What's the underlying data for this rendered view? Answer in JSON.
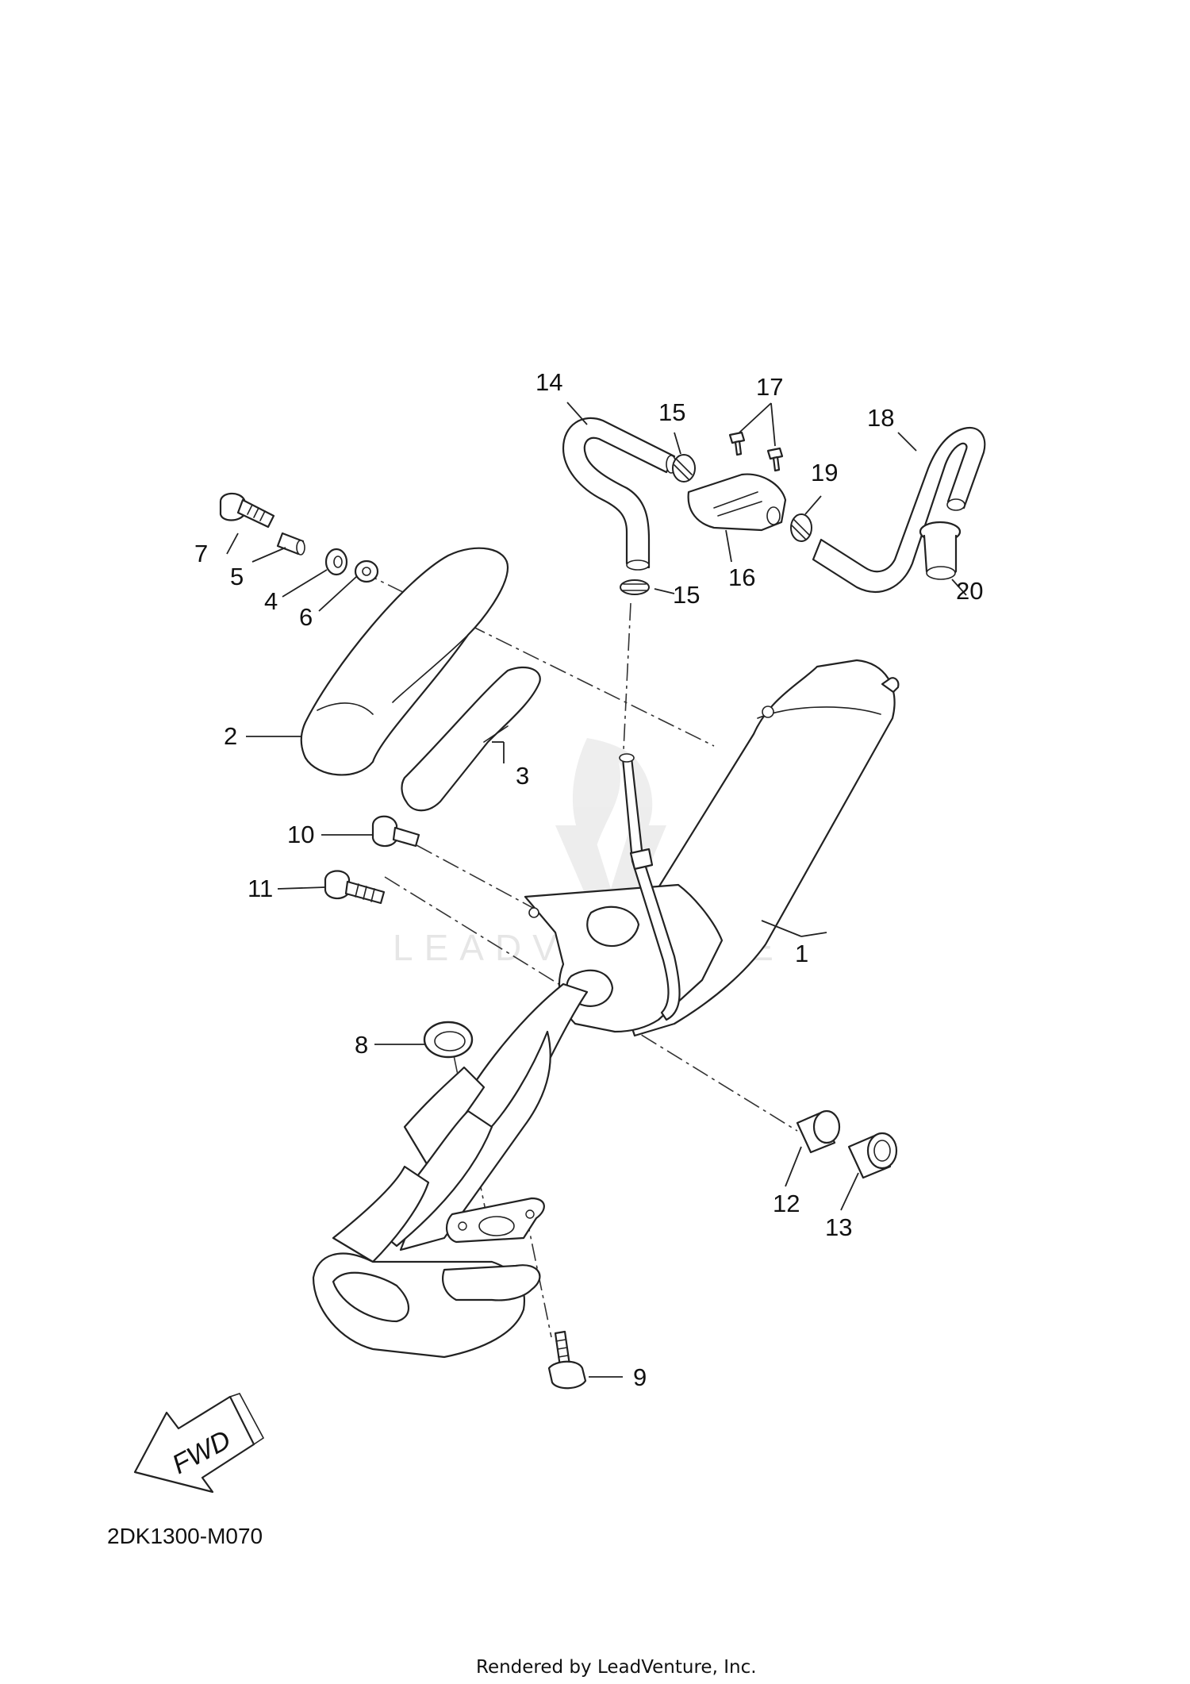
{
  "diagram_code": "2DK1300-M070",
  "footer": "Rendered by LeadVenture, Inc.",
  "watermark": "LEADVENTURE",
  "fwd_label": "FWD",
  "callouts": {
    "c1": "1",
    "c2": "2",
    "c3": "3",
    "c4": "4",
    "c5": "5",
    "c6": "6",
    "c7": "7",
    "c8": "8",
    "c9": "9",
    "c10": "10",
    "c11": "11",
    "c12": "12",
    "c13": "13",
    "c14": "14",
    "c15a": "15",
    "c15b": "15",
    "c16": "16",
    "c17": "17",
    "c18": "18",
    "c19": "19",
    "c20": "20"
  }
}
